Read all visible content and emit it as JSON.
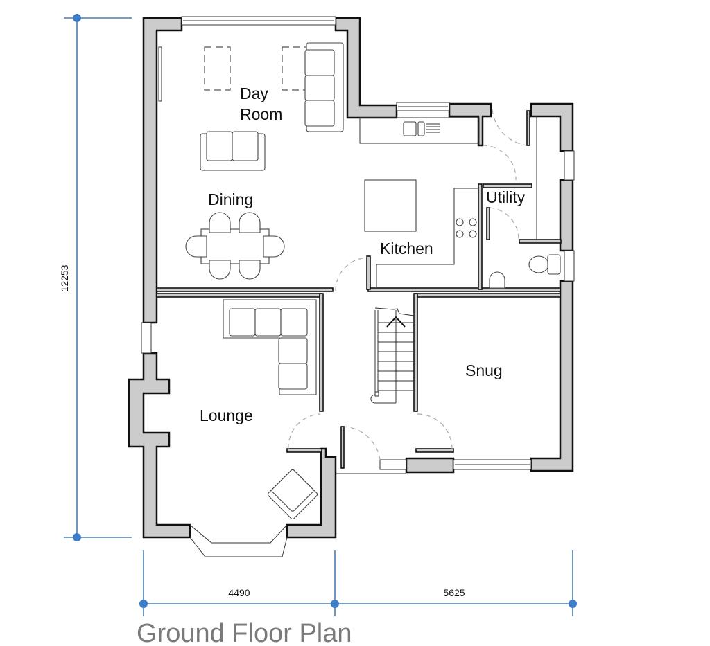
{
  "title": "Ground Floor Plan",
  "rooms": {
    "day_room_line1": "Day",
    "day_room_line2": "Room",
    "dining": "Dining",
    "kitchen": "Kitchen",
    "utility": "Utility",
    "lounge": "Lounge",
    "snug": "Snug"
  },
  "dimensions": {
    "height": "12253",
    "width_left": "4490",
    "width_right": "5625"
  },
  "colors": {
    "wall_fill": "#cccccc",
    "wall_stroke": "#111111",
    "dimension_line": "#4a7fb5",
    "dimension_dot": "#3d7cc9",
    "title": "#7a7a7a"
  }
}
